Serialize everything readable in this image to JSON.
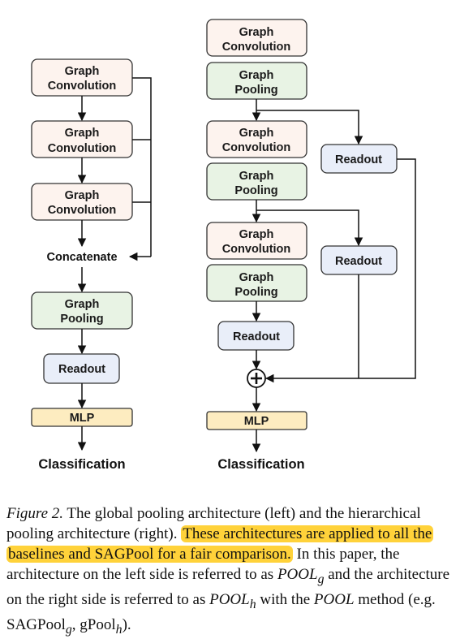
{
  "colors": {
    "conv_fill": "#fdf3ee",
    "pool_fill": "#e8f3e4",
    "readout_fill": "#e9eef9",
    "mlp_fill": "#fdecc0",
    "stroke": "#333333",
    "highlight": "#ffd23a"
  },
  "icons": {
    "plus": "circled-plus-icon",
    "arrow": "arrow-down-icon"
  },
  "diagram": {
    "left": {
      "conv1": [
        "Graph",
        "Convolution"
      ],
      "conv2": [
        "Graph",
        "Convolution"
      ],
      "conv3": [
        "Graph",
        "Convolution"
      ],
      "concatenate": "Concatenate",
      "pool": [
        "Graph",
        "Pooling"
      ],
      "readout": "Readout",
      "mlp": "MLP",
      "classification": "Classification"
    },
    "right": {
      "conv1": [
        "Graph",
        "Convolution"
      ],
      "pool1": [
        "Graph",
        "Pooling"
      ],
      "conv2": [
        "Graph",
        "Convolution"
      ],
      "pool2": [
        "Graph",
        "Pooling"
      ],
      "conv3": [
        "Graph",
        "Convolution"
      ],
      "pool3": [
        "Graph",
        "Pooling"
      ],
      "readout1": "Readout",
      "readout2": "Readout",
      "readout3": "Readout",
      "mlp": "MLP",
      "classification": "Classification"
    }
  },
  "caption": {
    "figure_label": "Figure 2.",
    "text1": " The global pooling architecture (left) and the hierarchical pooling architecture (right). ",
    "highlighted": "These architectures are applied to all the baselines and SAGPool for a fair comparison.",
    "text2": " In this paper, the architecture on the left side is referred to as ",
    "pool_g_base": "POOL",
    "pool_g_sub": "g",
    "text3": " and the architecture on the right side is referred to as ",
    "pool_h_base": "POOL",
    "pool_h_sub": "h",
    "text4": " with the ",
    "pool_base": "POOL",
    "text5": " method (e.g. SAGPool",
    "sag_sub": "g",
    "text6": ", gPool",
    "gpool_sub": "h",
    "text7": ")."
  }
}
